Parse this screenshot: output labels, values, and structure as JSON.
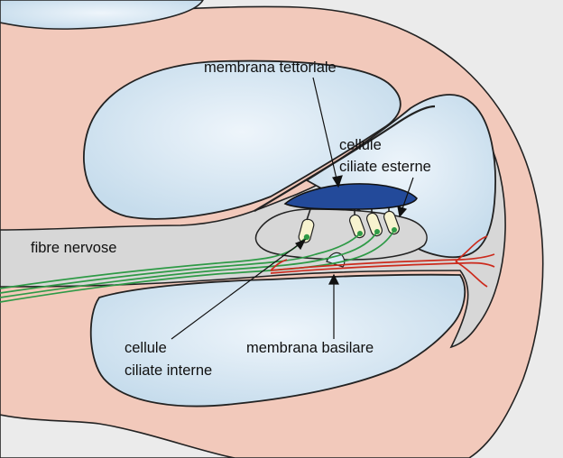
{
  "labels": {
    "tectorial": "membrana tettoriale",
    "outer_line1": "cellule",
    "outer_line2": "ciliate esterne",
    "nerve": "fibre nervose",
    "inner_line1": "cellule",
    "inner_line2": "ciliate interne",
    "basilar": "membrana basilare"
  },
  "colors": {
    "background": "#ebebeb",
    "tissue": "#f2c9bb",
    "fluid": "#d9e9f4",
    "organ_gray": "#d7d7d7",
    "tectorial_blue": "#234a9a",
    "nerve_green": "#2e9a46",
    "basilar_red": "#cc2a1c",
    "hair_cell": "#f7f3cf"
  }
}
